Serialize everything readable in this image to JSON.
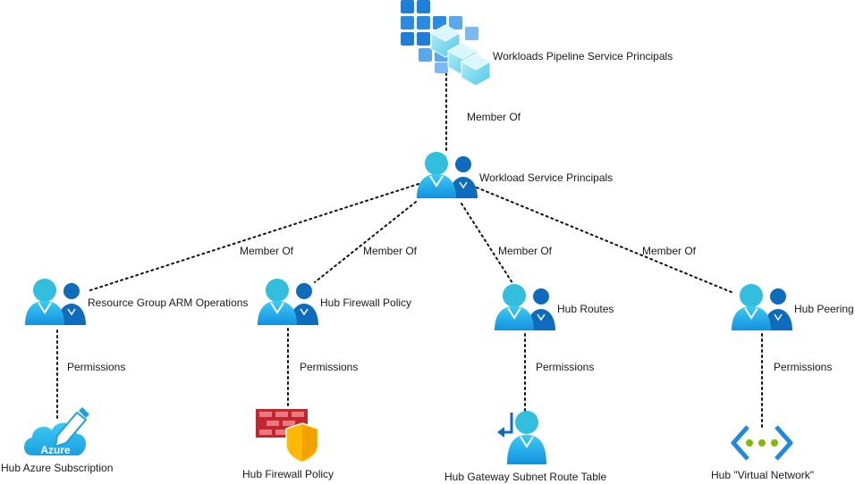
{
  "nodes": {
    "pipeline_sp": "Workloads Pipeline Service Principals",
    "workload_sp": "Workload Service Principals",
    "rg_arm": "Resource Group ARM Operations",
    "hub_fw_policy_group": "Hub Firewall Policy",
    "hub_routes": "Hub Routes",
    "hub_peering": "Hub Peering",
    "hub_azure_sub": "Hub Azure Subscription",
    "hub_fw_policy": "Hub Firewall Policy",
    "hub_route_table": "Hub Gateway Subnet Route Table",
    "hub_vnet": "Hub \"Virtual Network\""
  },
  "edges": {
    "member_of": "Member Of",
    "permissions": "Permissions"
  },
  "icons": {
    "azure_text": "Azure"
  },
  "colors": {
    "user_primary": "#32BEDD",
    "user_secondary": "#0078D4",
    "tile_blue": "#2E86DE",
    "firewall_red": "#C4262E",
    "shield_yellow": "#FFB900",
    "vnet_green": "#7FBA00"
  }
}
